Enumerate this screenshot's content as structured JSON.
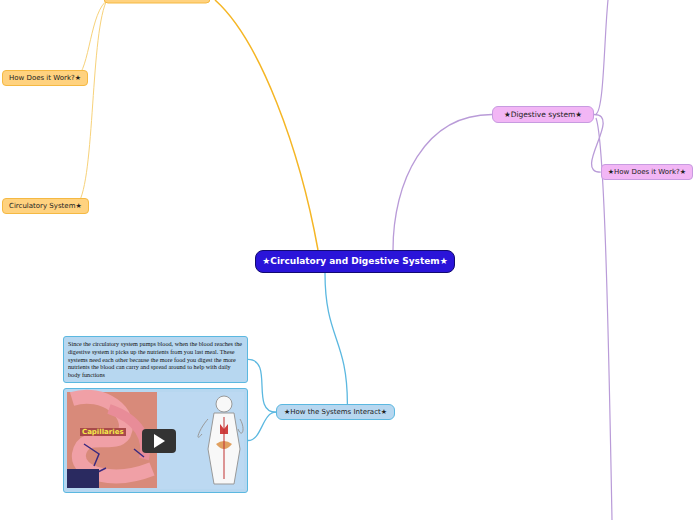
{
  "diagram": {
    "title": "★Circulatory and Digestive System★",
    "nodes": [
      {
        "text": [
          "★Circulatory and Digestive System★"
        ]
      },
      {
        "text": [
          "How Does it Work?★"
        ]
      },
      {
        "text": [
          "Circulatory System★"
        ]
      },
      {
        "text": [
          "★Digestive system★"
        ]
      },
      {
        "text": [
          "★How Does it Work?★"
        ]
      },
      {
        "text": [
          "★How the Systems Interact★"
        ]
      },
      {
        "text": [
          "Since the circulatory system pumps blood, when the blood reaches the digestive system it picks up the nutrients from you last meal. These systems need each other because the more food you digest the more nutrients the blood can carry and spread around to help with daily body functions"
        ]
      },
      {
        "text": [
          "Capillaries"
        ]
      }
    ],
    "edges": [
      {
        "from": 0,
        "to": 3,
        "arrow": "none"
      },
      {
        "from": 0,
        "to": 5,
        "arrow": "none"
      },
      {
        "from": 5,
        "to": 6,
        "arrow": "none"
      },
      {
        "from": 5,
        "to": 7,
        "arrow": "none"
      },
      {
        "from": 3,
        "to": 4,
        "arrow": "none"
      }
    ]
  }
}
